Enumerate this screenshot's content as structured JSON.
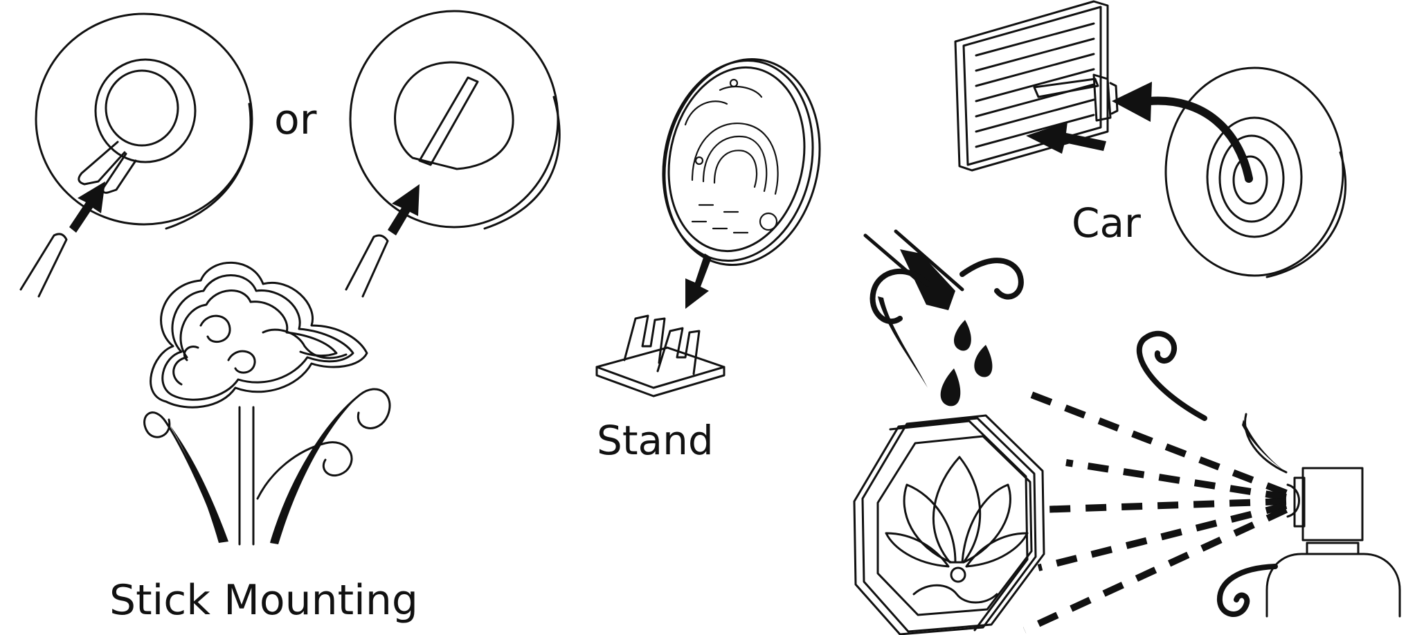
{
  "labels": {
    "or": "or",
    "stand": "Stand",
    "car": "Car",
    "stick_mounting": "Stick Mounting"
  },
  "colors": {
    "ink": "#111111",
    "background": "#ffffff"
  },
  "icons": [
    "disc-keyhole-slot-icon",
    "disc-straight-slot-icon",
    "insert-arrow-icon",
    "stick-icon",
    "cloud-swirl-disc-icon",
    "wave-pattern-disc-icon",
    "stand-base-icon",
    "car-vent-icon",
    "vent-clip-icon",
    "car-disc-icon",
    "octagon-lotus-disc-icon",
    "oil-drops-icon",
    "spray-bottle-icon",
    "spray-mist-icon",
    "wind-swirl-icon"
  ]
}
